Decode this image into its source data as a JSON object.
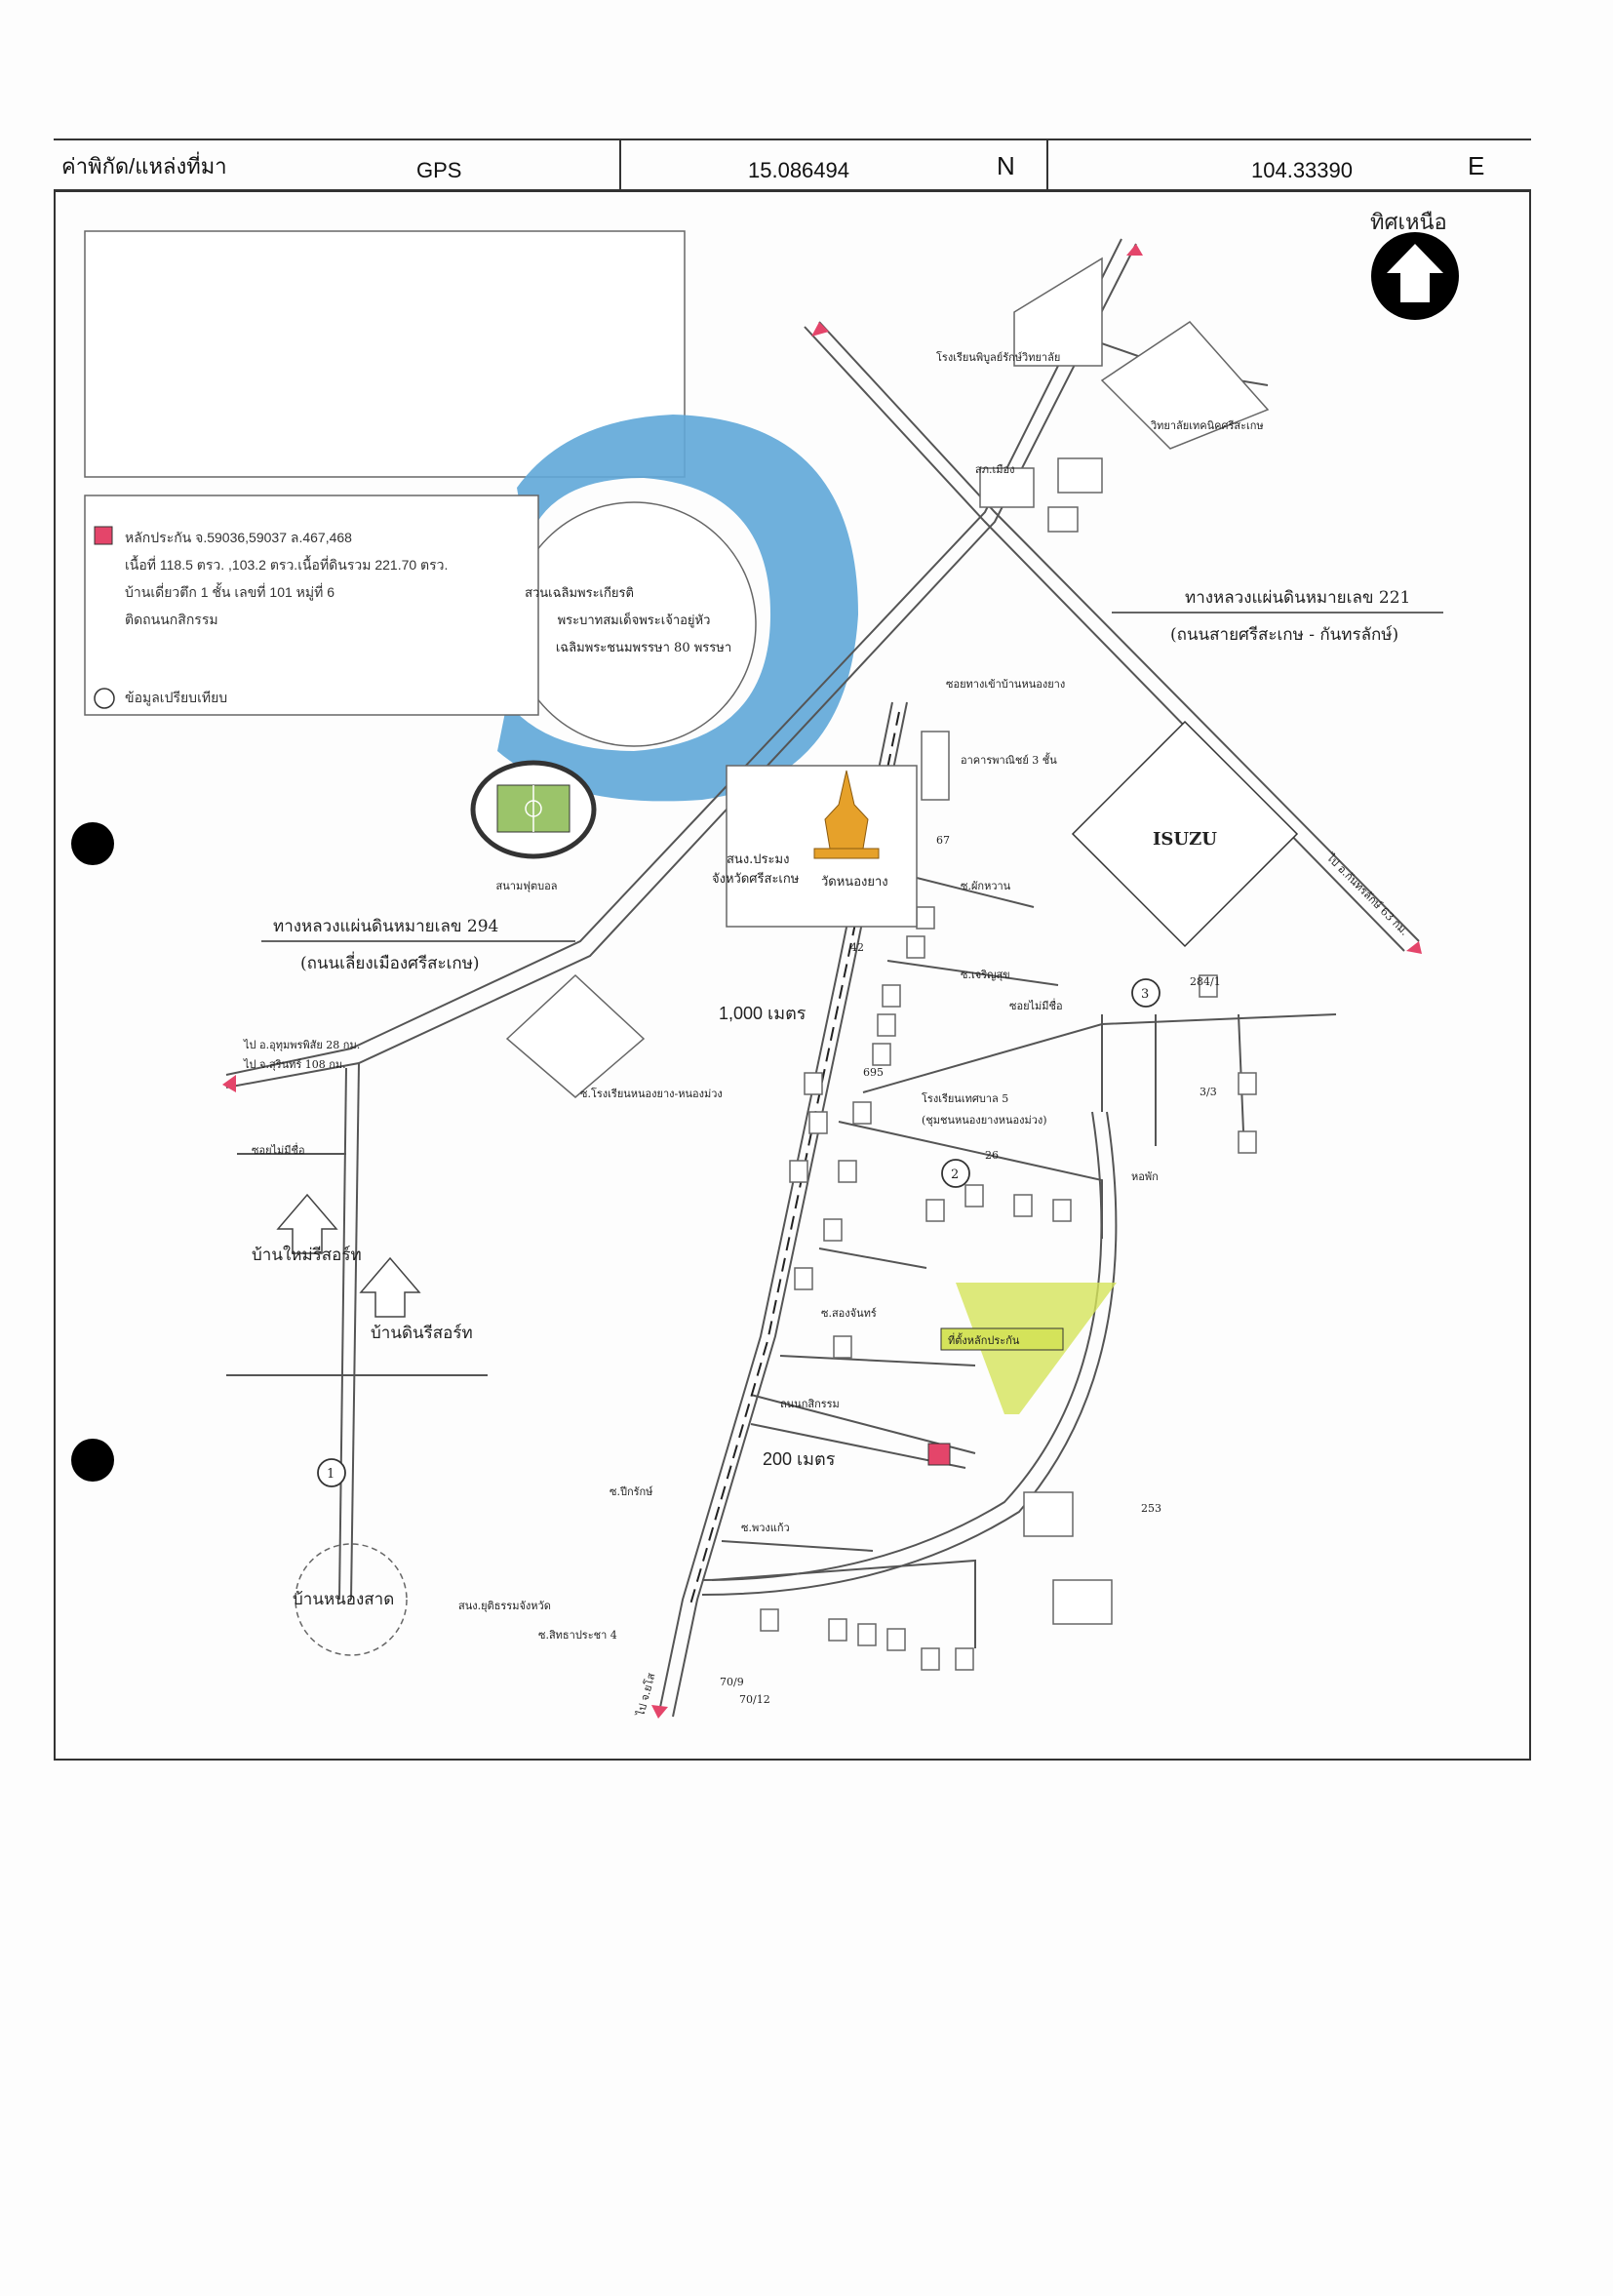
{
  "header": {
    "label": "ค่าพิกัด/แหล่งที่มา",
    "source": "GPS",
    "lat": "15.086494",
    "lat_dir": "N",
    "lon": "104.33390",
    "lon_dir": "E"
  },
  "north": {
    "label": "ทิศเหนือ",
    "icon": "north-arrow-icon"
  },
  "legend": {
    "collateral_title": "หลักประกัน จ.59036,59037 ล.467,468",
    "collateral_line2": "เนื้อที่ 118.5 ตรว. ,103.2 ตรว.เนื้อที่ดินรวม 221.70 ตรว.",
    "collateral_line3": "บ้านเดี่ยวตึก 1 ชั้น เลขที่ 101 หมู่ที่ 6",
    "collateral_line4": "ติดถนนกสิกรรม",
    "comparable_label": "ข้อมูลเปรียบเทียบ",
    "collateral_color": "#e4456a",
    "comparable_icon": "circle-outline-icon"
  },
  "labels": {
    "park_1": "สวนเฉลิมพระเกียรติ",
    "park_2": "พระบาทสมเด็จพระเจ้าอยู่หัว",
    "park_3": "เฉลิมพระชนมพรรษา 80 พรรษา",
    "stadium": "สนามฟุตบอล",
    "temple": "วัดหนองยาง",
    "prov_office_1": "สนง.ประมง",
    "prov_office_2": "จังหวัดศรีสะเกษ",
    "highway294_1": "ทางหลวงแผ่นดินหมายเลข 294",
    "highway294_2": "(ถนนเลี่ยงเมืองศรีสะเกษ)",
    "highway221_1": "ทางหลวงแผ่นดินหมายเลข 221",
    "highway221_2": "(ถนนสายศรีสะเกษ - กันทรลักษ์)",
    "isuzu": "ISUZU",
    "dist_1000": "1,000 เมตร",
    "dist_200": "200 เมตร",
    "village_new": "บ้านใหม่รีสอร์ท",
    "village_din": "บ้านดินรีสอร์ท",
    "village_nong": "บ้านหนองสาด",
    "soi_mai_mi_chue_w": "ซอยไม่มีชื่อ",
    "soi_mai_mi_chue_e": "ซอยไม่มีชื่อ",
    "to_amphoe_1": "ไป อ.อุทุมพรพิสัย 28 กม.",
    "to_amphoe_2": "ไป จ.สุรินทร์ 108 กม.",
    "to_kantharalak": "ไป อ.กันทรลักษ์ 63 กม.",
    "to_south": "ไป จ.ยโส",
    "collateral_tag": "ที่ตั้งหลักประกัน",
    "school_kindergarten": "โรงเรียนเทศบาล 5",
    "school_kindergarten_2": "(ชุมชนหนองยางหนองม่วง)",
    "road_kasikam": "ถนนกสิกรรม",
    "soi_nong_yang": "ซอยทางเข้าบ้านหนองยาง",
    "shop_3": "อาคารพาณิชย์ 3 ชั้น",
    "soi_phakwan": "ซ.ผักหวาน",
    "soi_charoensuk": "ซ.เจริญสุข",
    "soi_rongrian": "ซ.โรงเรียนหนองยาง-หนองม่วง",
    "soi_songkhanthon": "ซ.สองจันทร์",
    "soi_pluang": "ซ.พวงแก้ว",
    "soi_satta": "ซ.สิทธาประชา 4",
    "police": "สภ.เมือง",
    "cross_pkt": "สนง.ยุติธรรมจังหวัด",
    "school_top": "โรงเรียนพิบูลย์รักษ์วิทยาลัย",
    "school_right": "วิทยาลัยเทคนิคศรีสะเกษ",
    "hospital": "หอพัก",
    "prov_road": "ซ.ปีกรักษ์",
    "n_253": "253",
    "n_26": "26",
    "n_284": "284/1",
    "n_33": "3/3",
    "n_67": "67",
    "n_42": "42",
    "n_68": "695",
    "n_70a": "70/9",
    "n_70b": "70/12",
    "comp1": "1",
    "comp2": "2",
    "comp3": "3"
  }
}
